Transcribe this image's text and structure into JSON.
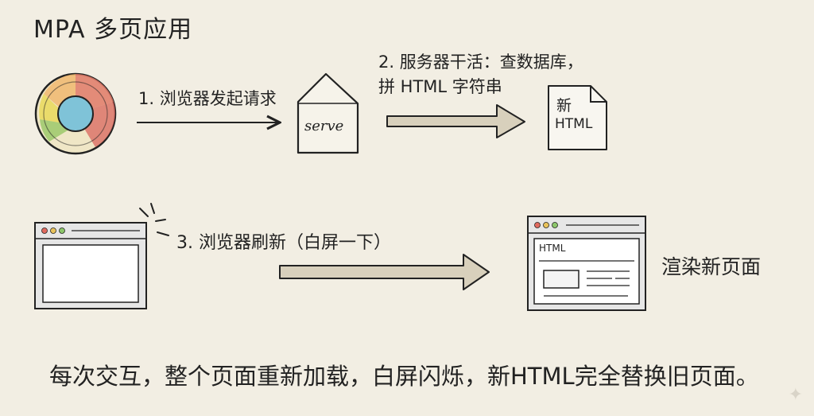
{
  "title": "MPA 多页应用",
  "steps": {
    "step1": "1. 浏览器发起请求",
    "step2_line1": "2. 服务器干活：查数据库，",
    "step2_line2": "拼 HTML 字符串",
    "step3": "3. 浏览器刷新（白屏一下）"
  },
  "server_label": "serve",
  "doc_label_line1": "新",
  "doc_label_line2": "HTML",
  "page_header": "HTML",
  "render_label": "渲染新页面",
  "summary": "每次交互，整个页面重新加载，白屏闪烁，新HTML完全替换旧页面。",
  "colors": {
    "background": "#f2eee3",
    "arrow_fill": "#d8d0bc",
    "ink": "#222222"
  },
  "icons": [
    "browser-logo-icon",
    "server-house-icon",
    "document-icon",
    "sparkle-icon"
  ]
}
